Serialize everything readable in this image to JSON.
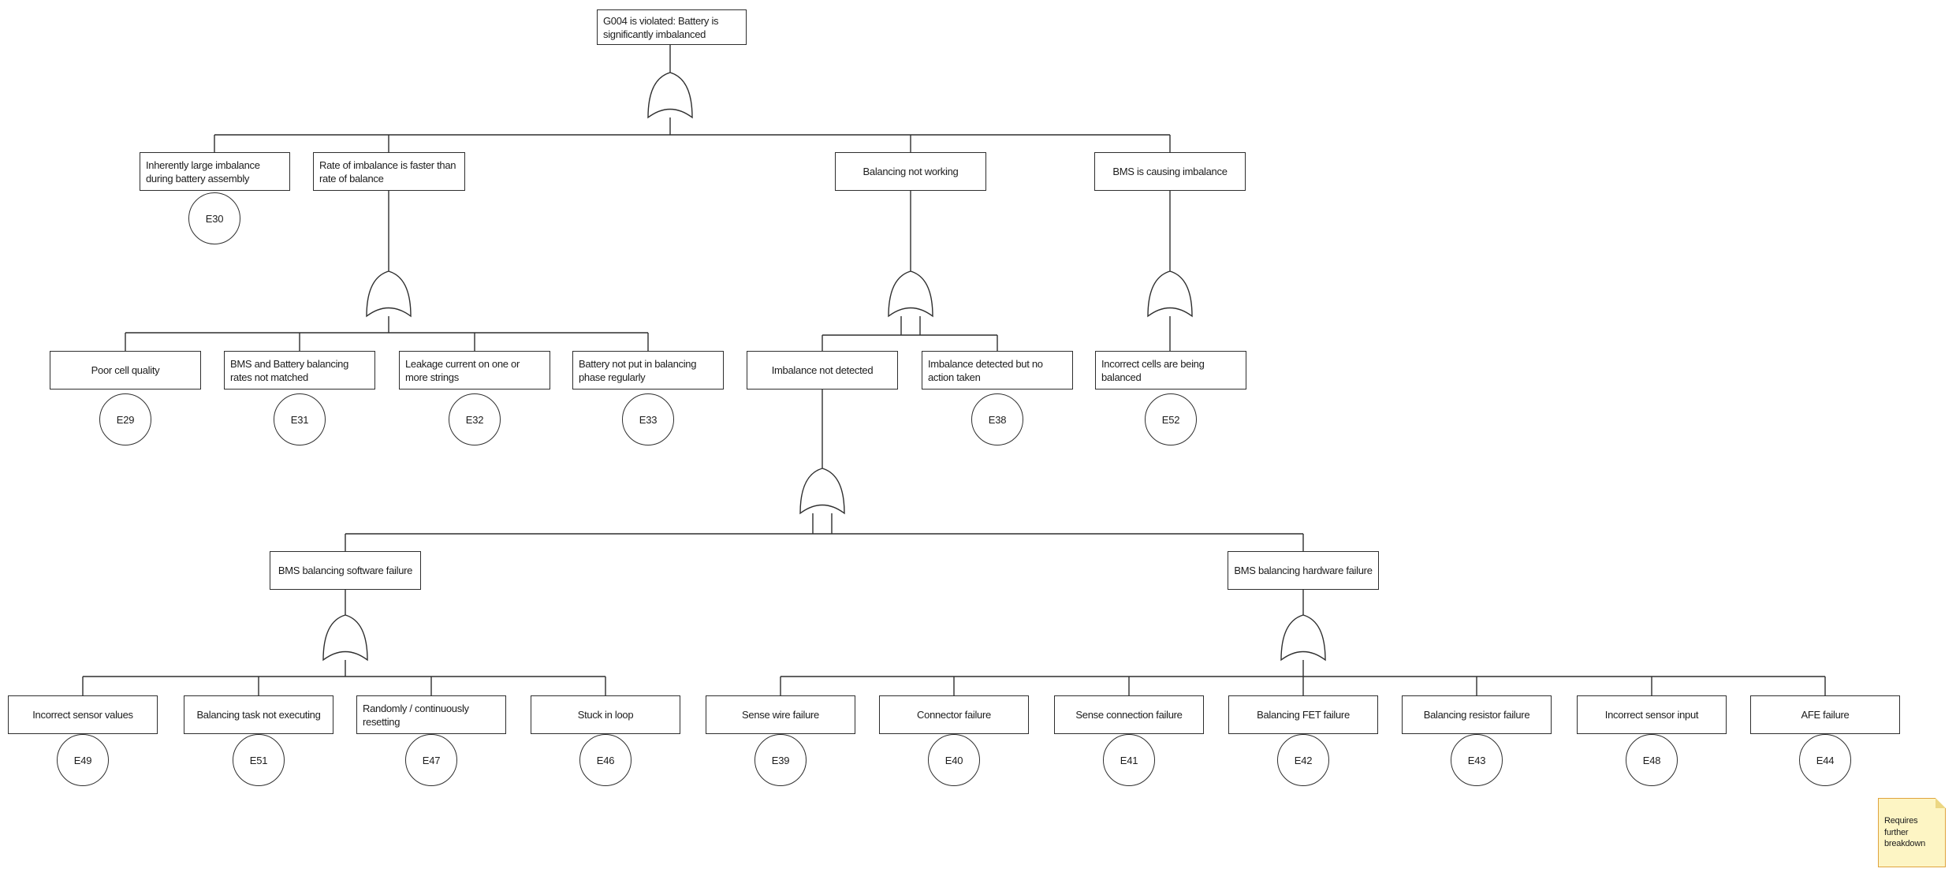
{
  "root": {
    "label": "G004 is violated: Battery is significantly imbalanced"
  },
  "boxes": [
    {
      "label": "Inherently large imbalance during battery assembly"
    },
    {
      "label": "Rate of imbalance is faster than rate of balance"
    },
    {
      "label": "Balancing not working"
    },
    {
      "label": "BMS is causing imbalance"
    },
    {
      "label": "Poor cell quality"
    },
    {
      "label": "BMS and Battery balancing rates not matched"
    },
    {
      "label": "Leakage current on one or more strings"
    },
    {
      "label": "Battery not put in balancing phase regularly"
    },
    {
      "label": "Imbalance not detected"
    },
    {
      "label": "Imbalance detected but no action taken"
    },
    {
      "label": "Incorrect cells are being balanced"
    },
    {
      "label": "BMS balancing software failure"
    },
    {
      "label": "BMS balancing hardware failure"
    },
    {
      "label": "Incorrect sensor values"
    },
    {
      "label": "Balancing task not executing"
    },
    {
      "label": "Randomly / continuously resetting"
    },
    {
      "label": "Stuck in loop"
    },
    {
      "label": "Sense wire failure"
    },
    {
      "label": "Connector failure"
    },
    {
      "label": "Sense connection failure"
    },
    {
      "label": "Balancing FET failure"
    },
    {
      "label": "Balancing resistor failure"
    },
    {
      "label": "Incorrect sensor input"
    },
    {
      "label": "AFE failure"
    }
  ],
  "circles": [
    {
      "label": "E30"
    },
    {
      "label": "E29"
    },
    {
      "label": "E31"
    },
    {
      "label": "E32"
    },
    {
      "label": "E33"
    },
    {
      "label": "E38"
    },
    {
      "label": "E52"
    },
    {
      "label": "E49"
    },
    {
      "label": "E51"
    },
    {
      "label": "E47"
    },
    {
      "label": "E46"
    },
    {
      "label": "E39"
    },
    {
      "label": "E40"
    },
    {
      "label": "E41"
    },
    {
      "label": "E42"
    },
    {
      "label": "E43"
    },
    {
      "label": "E48"
    },
    {
      "label": "E44"
    }
  ],
  "gates": {
    "type": "or-gate",
    "count": 7
  },
  "note": {
    "text": "Requires further breakdown"
  },
  "colors": {
    "line": "#2e2e2e",
    "note_fill": "#fdf5c4",
    "note_border": "#dfa33e",
    "note_fold": "#ecd783"
  }
}
